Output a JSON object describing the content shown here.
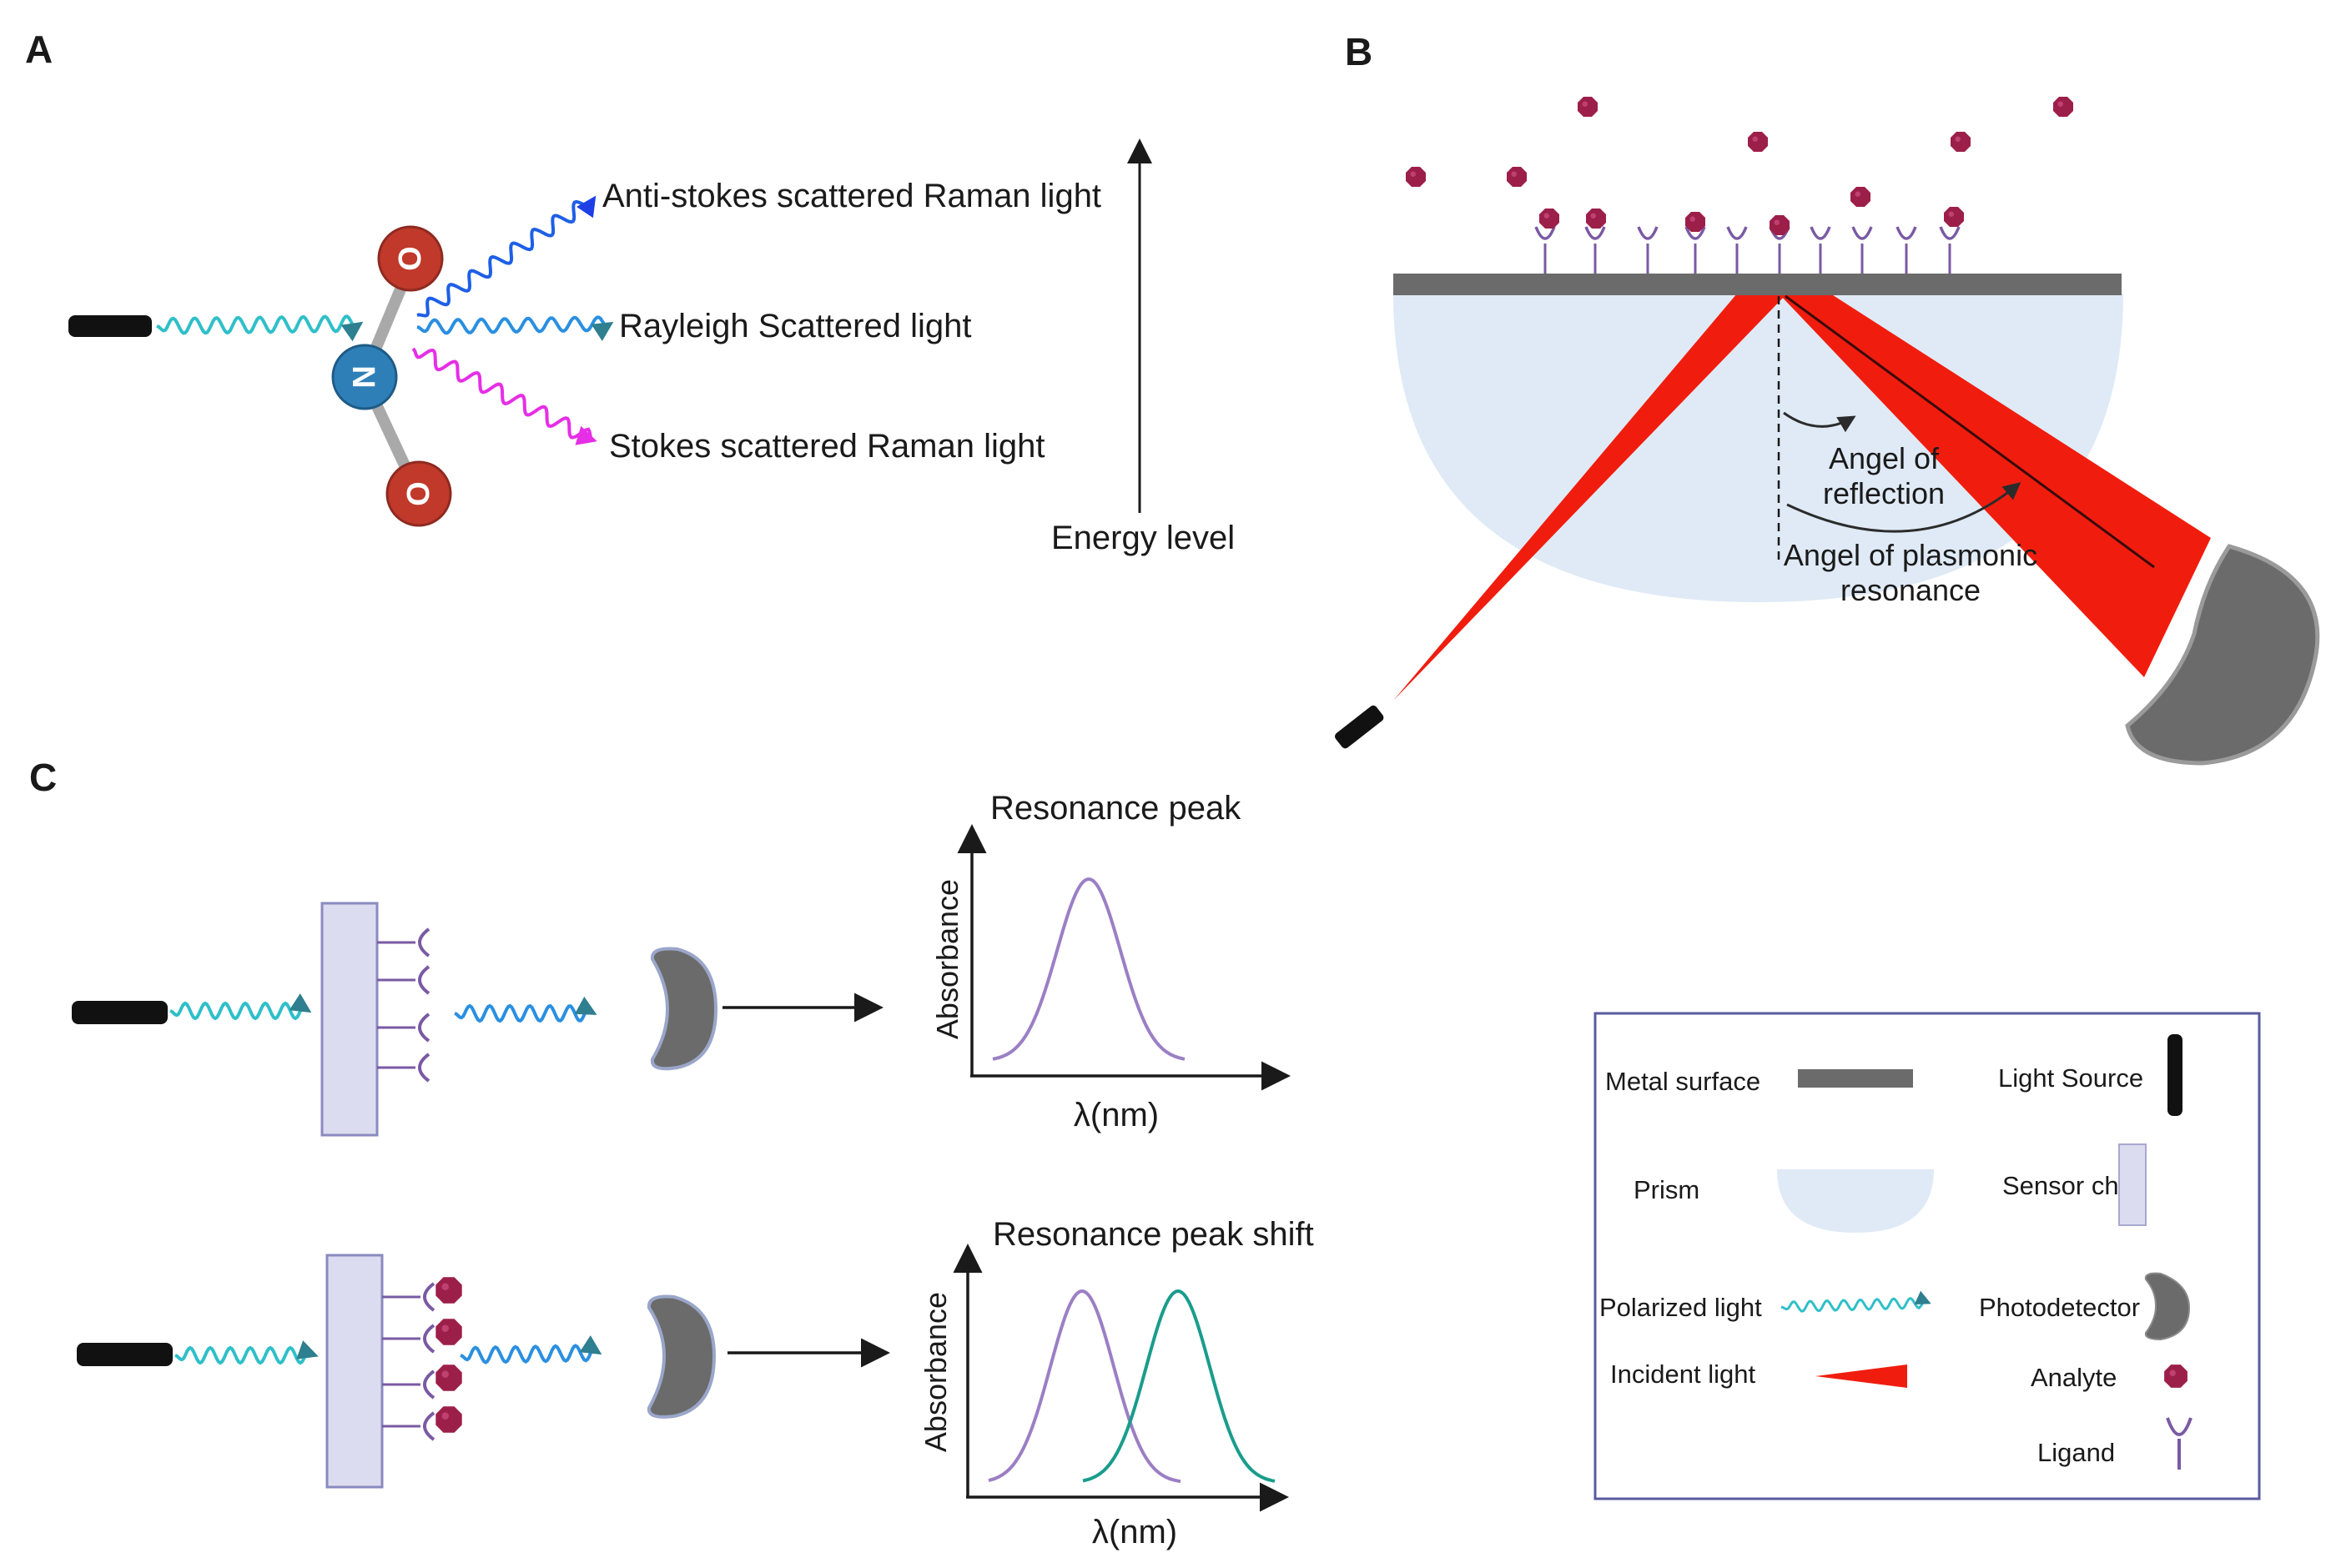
{
  "panels": {
    "a": "A",
    "b": "B",
    "c": "C"
  },
  "raman": {
    "atoms": {
      "top": "O",
      "center": "N",
      "bottom": "O"
    },
    "anti_stokes": "Anti-stokes scattered Raman light",
    "rayleigh": "Rayleigh Scattered light",
    "stokes": "Stokes scattered Raman light",
    "energy_axis": "Energy level"
  },
  "spr": {
    "angle_reflection_line1": "Angel of",
    "angle_reflection_line2": "reflection",
    "angle_plasmonic_line1": "Angel of plasmonic",
    "angle_plasmonic_line2": "resonance"
  },
  "lspr": {
    "top_title": "Resonance peak",
    "bottom_title": "Resonance  peak shift",
    "ylabel": "Absorbance",
    "xlabel": "λ(nm)"
  },
  "legend": {
    "metal_surface": "Metal surface",
    "light_source": "Light Source",
    "prism": "Prism",
    "sensor_chip": "Sensor chip",
    "polarized_light": "Polarized light",
    "photodetector": "Photodetector",
    "incident_light": "Incident light",
    "analyte": "Analyte",
    "ligand": "Ligand"
  },
  "colors": {
    "laser_red": "#f01d0e",
    "analyte": "#9c1f4a",
    "ligand": "#7a5aa3",
    "chip": "#dcdcf0",
    "prism": "#dfeaf6",
    "metal": "#6b6b6b",
    "detector": "#6b6b6b",
    "polarized": "#2fbfc9",
    "scatter_blue": "#1e5fe6",
    "scatter_cyan": "#2a8fe0",
    "scatter_magenta": "#e62ee6",
    "curve_purple": "#9b7fc4",
    "curve_teal": "#1a9c8c",
    "oxygen": "#c0392b",
    "nitrogen": "#2e7fb8",
    "legend_border": "#5a5aa0"
  }
}
